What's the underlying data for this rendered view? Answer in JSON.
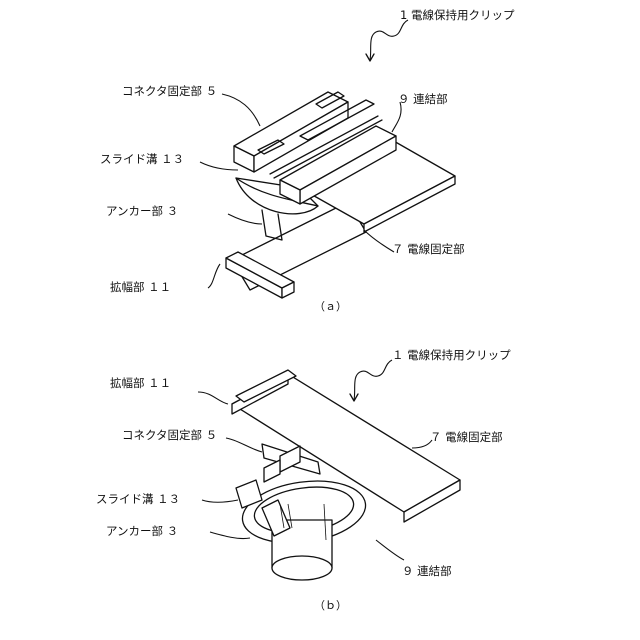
{
  "figure_a": {
    "title": "1 電線保持用クリップ",
    "caption": "（ａ）",
    "labels": {
      "connector": "コネクタ固定部 ５",
      "coupling": "９ 連結部",
      "slide_groove": "スライド溝 １３",
      "anchor": "アンカー部 ３",
      "wire_fix": "７ 電線固定部",
      "widened": "拡幅部 １１"
    }
  },
  "figure_b": {
    "title": "１ 電線保持用クリップ",
    "caption": "（ｂ）",
    "labels": {
      "widened": "拡幅部 １１",
      "connector": "コネクタ固定部 ５",
      "wire_fix": "７ 電線固定部",
      "slide_groove": "スライド溝 １３",
      "anchor": "アンカー部 ３",
      "coupling": "９ 連結部"
    }
  }
}
